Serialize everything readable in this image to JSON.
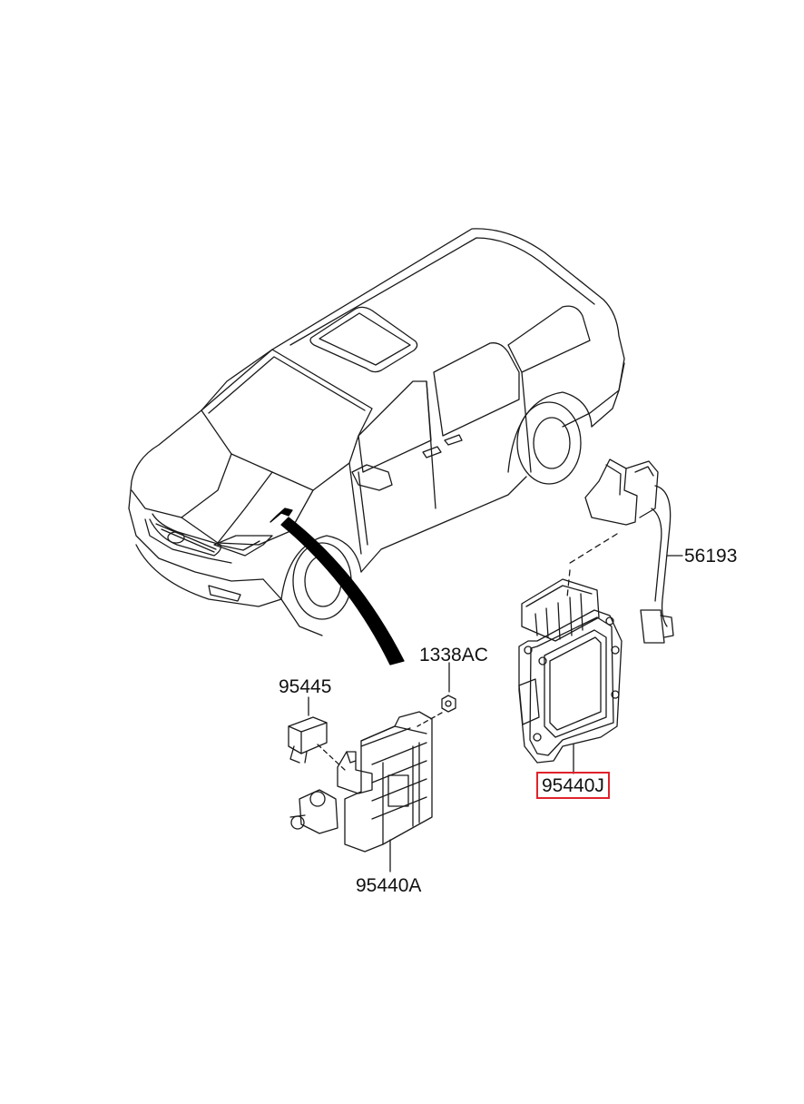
{
  "diagram": {
    "labels": {
      "part_56193": "56193",
      "part_1338AC": "1338AC",
      "part_95445": "95445",
      "part_95440A": "95440A",
      "part_95440J": "95440J"
    },
    "highlighted_part": "95440J",
    "colors": {
      "line": "#1a1a1a",
      "highlight": "#e0222b",
      "arrow": "#000000",
      "background": "#ffffff"
    }
  }
}
